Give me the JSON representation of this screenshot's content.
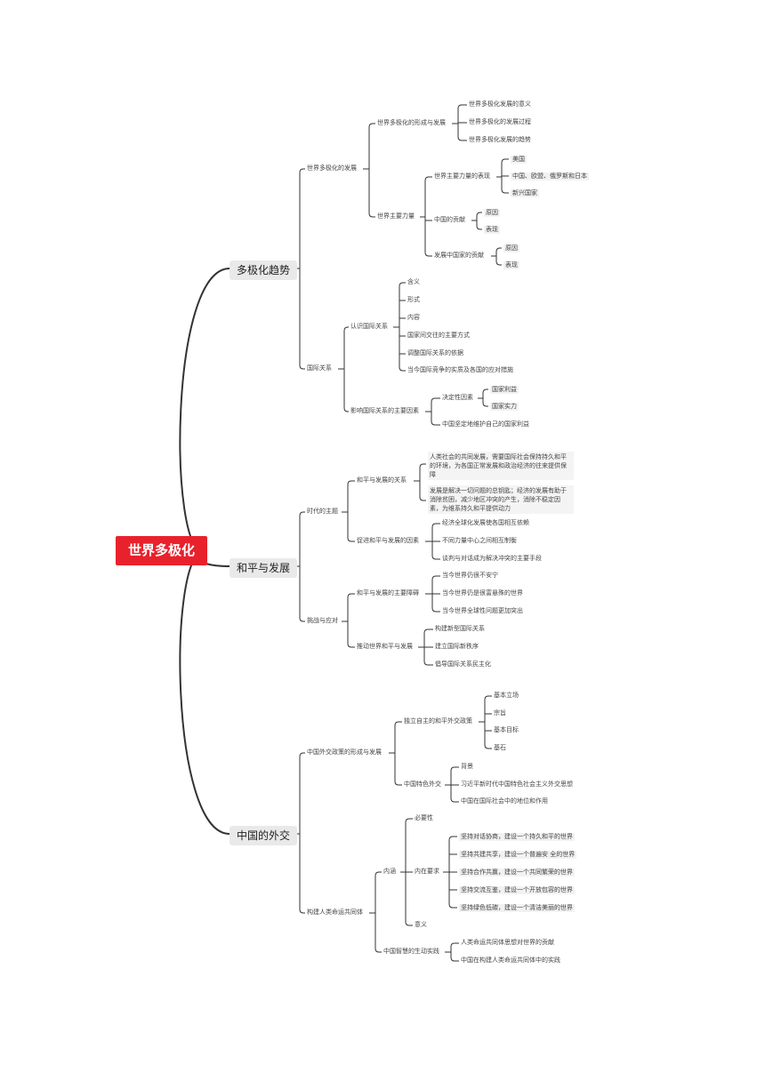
{
  "root": "世界多极化",
  "branches": [
    {
      "label": "多极化趋势",
      "children": [
        {
          "label": "世界多极化的发展",
          "children": [
            {
              "label": "世界多极化的形成与发展",
              "children": [
                "世界多极化发展的意义",
                "世界多极化的发展过程",
                "世界多极化发展的趋势"
              ]
            },
            {
              "label": "世界主要力量",
              "children": [
                {
                  "label": "世界主要力量的表现",
                  "children": [
                    "美国",
                    "中国、欧盟、俄罗斯和日本",
                    "新兴国家"
                  ]
                },
                {
                  "label": "中国的贡献",
                  "children": [
                    "原因",
                    "表现"
                  ]
                },
                {
                  "label": "发展中国家的贡献",
                  "children": [
                    "原因",
                    "表现"
                  ]
                }
              ]
            }
          ]
        },
        {
          "label": "国际关系",
          "children": [
            {
              "label": "认识国际关系",
              "children": [
                "含义",
                "形式",
                "内容",
                "国家间交往的主要方式",
                "调整国际关系的依据",
                "当今国际竞争的实质及各国的应对措施"
              ]
            },
            {
              "label": "影响国际关系的主要因素",
              "children": [
                {
                  "label": "决定性因素",
                  "children": [
                    "国家利益",
                    "国家实力"
                  ]
                },
                "中国坚定地维护自己的国家利益"
              ]
            }
          ]
        }
      ]
    },
    {
      "label": "和平与发展",
      "children": [
        {
          "label": "时代的主题",
          "children": [
            {
              "label": "和平与发展的关系",
              "children": [
                "人类社会的共同发展，需要国际社会保持持久和平的环境，为各国正常发展和政治经济的往来提供保障",
                "发展是解决一切问题的总钥匙；经济的发展有助于消除贫困，减少地区冲突的产生，消除不稳定因素，为维系持久和平提供动力"
              ]
            },
            {
              "label": "促进和平与发展的因素",
              "children": [
                "经济全球化发展使各国相互依赖",
                "不同力量中心之间相互制衡",
                "谈判与对话成为解决冲突的主要手段"
              ]
            }
          ]
        },
        {
          "label": "挑战与应对",
          "children": [
            {
              "label": "和平与发展的主要障碍",
              "children": [
                "当今世界仍很不安宁",
                "当今世界仍是很富悬殊的世界",
                "当今世界全球性问题更加突出"
              ]
            },
            {
              "label": "推动世界和平与发展",
              "children": [
                "构建新型国际关系",
                "建立国际新秩序",
                "倡导国际关系民主化"
              ]
            }
          ]
        }
      ]
    },
    {
      "label": "中国的外交",
      "children": [
        {
          "label": "中国外交政策的形成与发展",
          "children": [
            {
              "label": "独立自主的和平外交政策",
              "children": [
                "基本立场",
                "宗旨",
                "基本目标",
                "基石"
              ]
            },
            {
              "label": "中国特色外交",
              "children": [
                "背景",
                "习近平新时代中国特色社会主义外交思想",
                "中国在国际社会中的地位和作用"
              ]
            }
          ]
        },
        {
          "label": "构建人类命运共同体",
          "children": [
            {
              "label": "内涵",
              "children": [
                "必要性",
                {
                  "label": "内在要求",
                  "children": [
                    "坚持对话协商，建设一个持久和平的世界",
                    "坚持共建共享，建设一个普遍安 全的世界",
                    "坚持合作共赢，建设一个共同繁荣的世界",
                    "坚持交流互鉴，建设一个开放包容的世界",
                    "坚持绿色低碳，建设一个清洁美丽的世界"
                  ]
                },
                "意义"
              ]
            },
            {
              "label": "中国智慧的生动实践",
              "children": [
                "人类命运共同体思想对世界的贡献",
                "中国在构建人类命运共同体中的实践"
              ]
            }
          ]
        }
      ]
    }
  ]
}
